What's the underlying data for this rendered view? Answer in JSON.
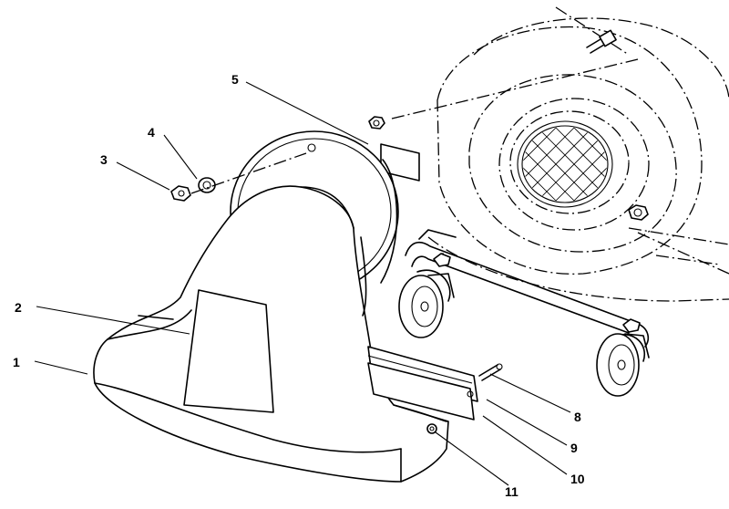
{
  "callouts": {
    "c1": "1",
    "c2": "2",
    "c3": "3",
    "c4": "4",
    "c5": "5",
    "c8": "8",
    "c9": "9",
    "c10": "10",
    "c11": "11"
  },
  "icons": {
    "blower_housing": "blower-housing-icon",
    "wheel": "caster-wheel-icon",
    "nut": "hex-nut-icon",
    "washer": "flat-washer-icon"
  },
  "colors": {
    "line": "#000000",
    "background": "#ffffff"
  }
}
